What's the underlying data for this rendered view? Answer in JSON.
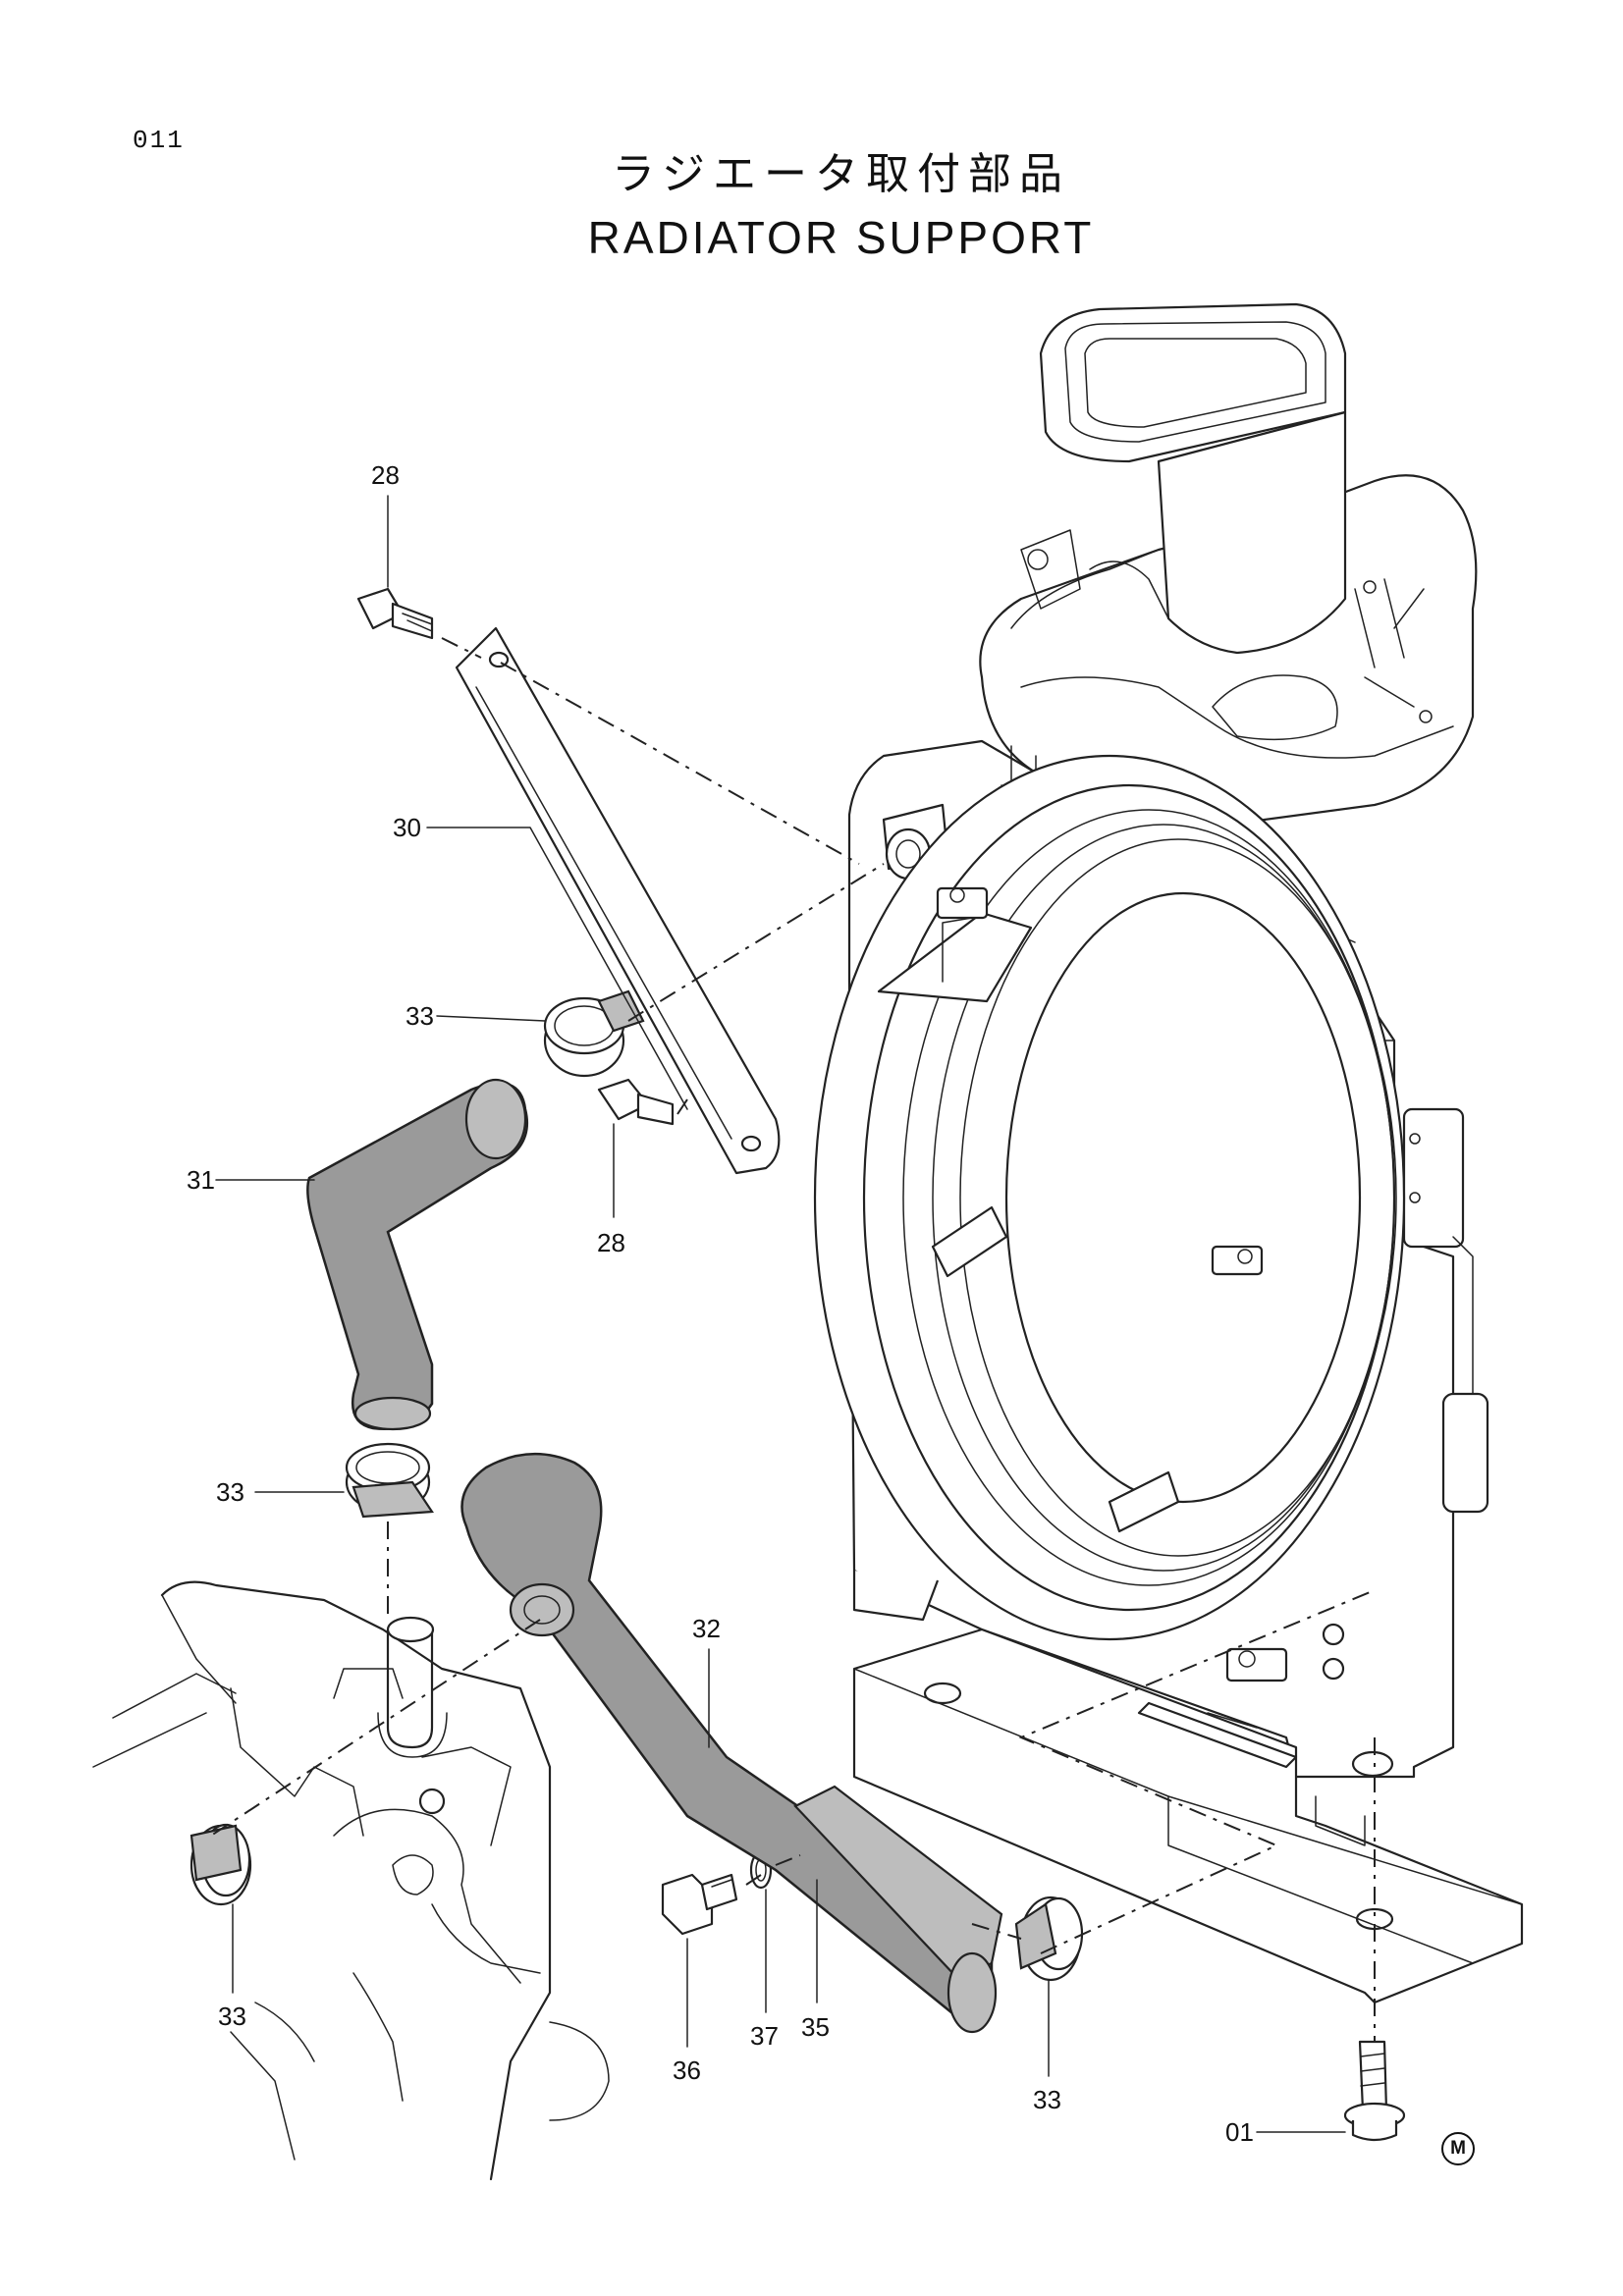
{
  "page_number": "011",
  "title_jp": "ラジエータ取付部品",
  "title_en": "RADIATOR SUPPORT",
  "mark": "M",
  "callouts": {
    "c28_top": "28",
    "c30": "30",
    "c33_upper": "33",
    "c31": "31",
    "c28_mid": "28",
    "c33_mid": "33",
    "c32": "32",
    "c33_left": "33",
    "c36": "36",
    "c37": "37",
    "c35": "35",
    "c33_right": "33",
    "c01": "01"
  },
  "icons": {
    "marker": "circled-letter-m-icon"
  }
}
